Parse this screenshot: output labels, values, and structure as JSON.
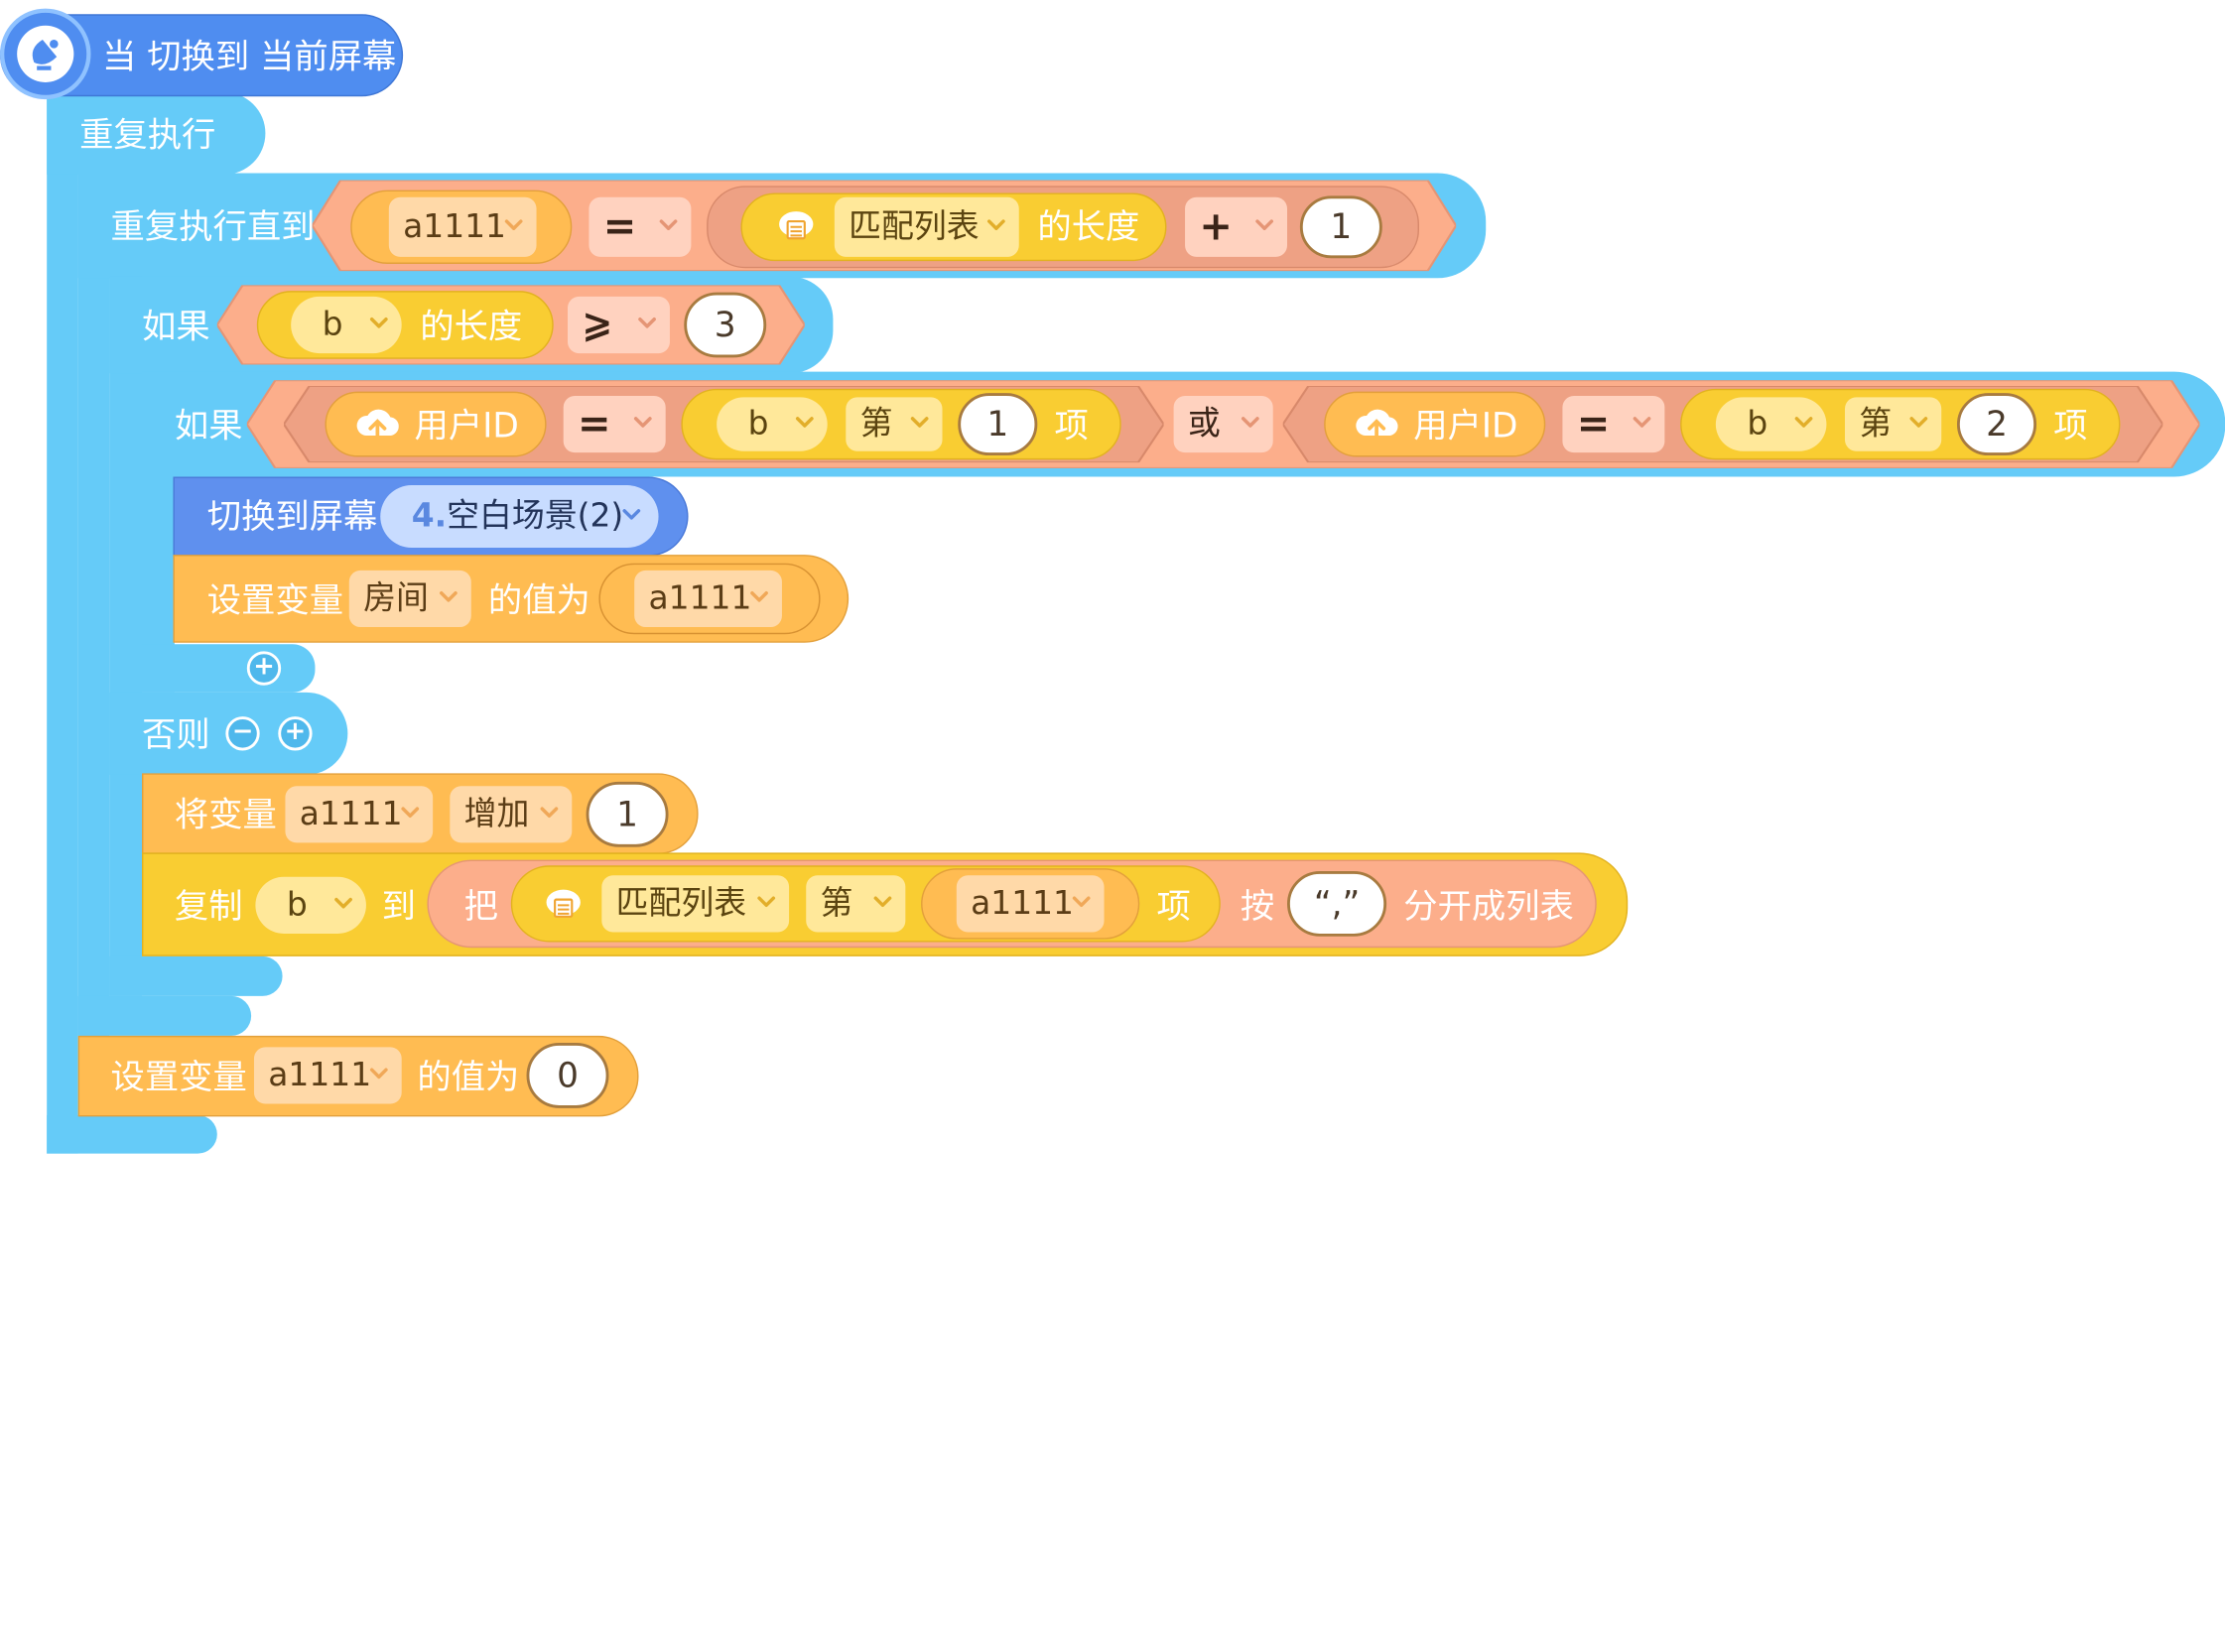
{
  "blocks": {
    "hat_label": "当 切换到 当前屏幕",
    "repeat_forever": "重复执行",
    "repeat_until": "重复执行直到",
    "if1": "如果",
    "if2": "如果",
    "else": "否则",
    "switch_screen": "切换到屏幕",
    "set_var": "设置变量",
    "value_is": "的值为",
    "change_var": "将变量",
    "copy": "复制",
    "to": "到",
    "ba": "把",
    "item": "项",
    "by": "按",
    "split_to_list": "分开成列表",
    "length_of": "的长度",
    "or": "或",
    "di": "第",
    "set_var2": "设置变量",
    "value_is2": "的值为"
  },
  "values": {
    "var_a1111": "a1111",
    "var_b": "b",
    "var_room": "房间",
    "list_match": "匹配列表",
    "cloud_user_id": "用户ID",
    "op_eq": "=",
    "op_plus": "+",
    "op_gte": "⩾",
    "op_increase": "增加",
    "num_1": "1",
    "num_2": "2",
    "num_3": "3",
    "num_0": "0",
    "screen_index": "4.",
    "screen_name": "空白场景(2)",
    "separator": "“,”"
  },
  "icons": {
    "hat": "satellite-dish-icon",
    "cloud": "cloud-upload-icon",
    "list": "cloud-list-icon",
    "dropdown": "chevron-down-icon",
    "add": "plus-icon",
    "remove": "minus-icon"
  },
  "colors": {
    "event": "#4f8df0",
    "control": "#65cbf8",
    "variable": "#ffbc52",
    "list": "#f9cd32",
    "operator": "#fcae8b"
  }
}
